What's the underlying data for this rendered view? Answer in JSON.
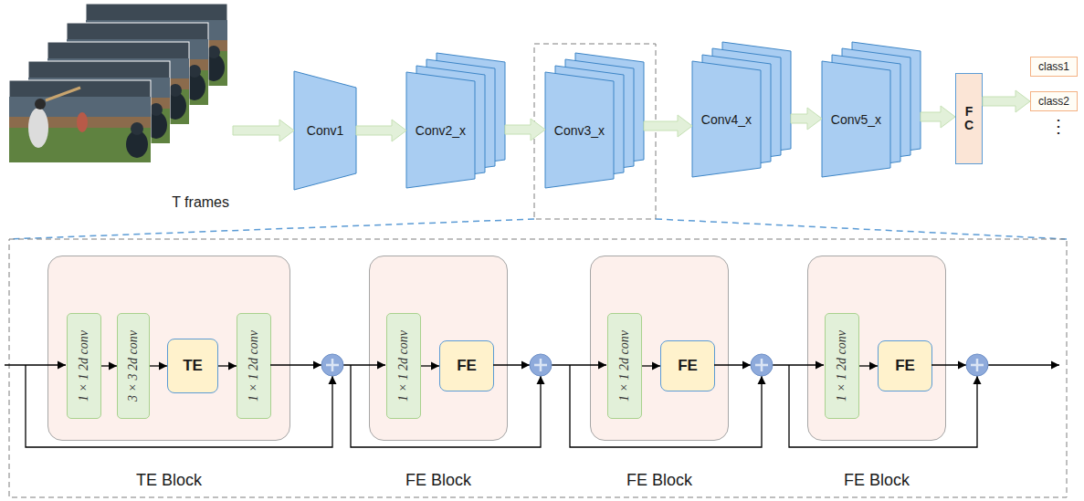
{
  "diagram": {
    "nodes": [
      {
        "text": [
          "T frames"
        ]
      },
      {
        "text": [
          "Conv1"
        ]
      },
      {
        "text": [
          "Conv2_x"
        ]
      },
      {
        "text": [
          "Conv3_x"
        ]
      },
      {
        "text": [
          "Conv4_x"
        ]
      },
      {
        "text": [
          "Conv5_x"
        ]
      },
      {
        "text": [
          "F C"
        ]
      },
      {
        "text": [
          "class1"
        ]
      },
      {
        "text": [
          "class2"
        ]
      },
      {
        "text": [
          "TE Block"
        ]
      },
      {
        "text": [
          "1 × 1 2d conv"
        ],
        "in": 9
      },
      {
        "text": [
          "3 × 3 2d conv"
        ],
        "in": 9
      },
      {
        "text": [
          "TE"
        ],
        "in": 9
      },
      {
        "text": [
          "1 × 1 2d conv"
        ],
        "in": 9
      },
      {
        "text": [
          "FE Block"
        ]
      },
      {
        "text": [
          "1 × 1 2d conv"
        ],
        "in": 14
      },
      {
        "text": [
          "FE"
        ],
        "in": 14
      },
      {
        "text": [
          "FE Block"
        ]
      },
      {
        "text": [
          "1 × 1 2d conv"
        ],
        "in": 17
      },
      {
        "text": [
          "FE"
        ],
        "in": 17
      },
      {
        "text": [
          "FE Block"
        ]
      },
      {
        "text": [
          "1 × 1 2d conv"
        ],
        "in": 20
      },
      {
        "text": [
          "FE"
        ],
        "in": 20
      }
    ],
    "edges": [
      {
        "from": 0,
        "to": 1,
        "arrow": "to"
      },
      {
        "from": 1,
        "to": 2,
        "arrow": "to"
      },
      {
        "from": 2,
        "to": 3,
        "arrow": "to"
      },
      {
        "from": 3,
        "to": 4,
        "arrow": "to"
      },
      {
        "from": 4,
        "to": 5,
        "arrow": "to"
      },
      {
        "from": 5,
        "to": 6,
        "arrow": "to"
      },
      {
        "from": 6,
        "to": 8,
        "arrow": "to"
      },
      {
        "from": 10,
        "to": 11,
        "arrow": "to"
      },
      {
        "from": 11,
        "to": 12,
        "arrow": "to"
      },
      {
        "from": 12,
        "to": 13,
        "arrow": "to"
      },
      {
        "from": 15,
        "to": 16,
        "arrow": "to"
      },
      {
        "from": 18,
        "to": 19,
        "arrow": "to"
      },
      {
        "from": 21,
        "to": 22,
        "arrow": "to"
      }
    ],
    "labels": [
      "⋮"
    ]
  }
}
